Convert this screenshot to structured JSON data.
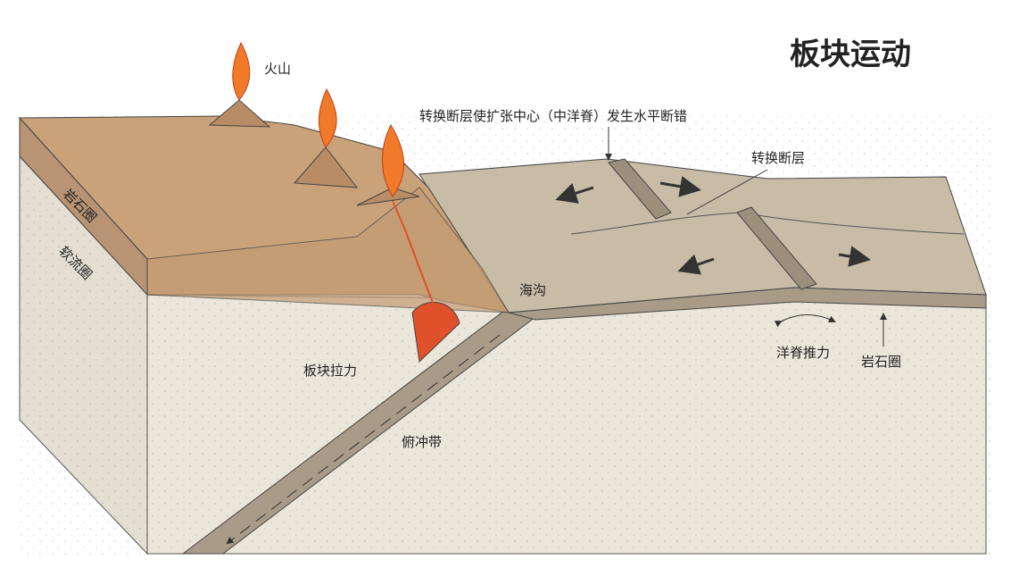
{
  "title": "板块运动",
  "labels": {
    "volcano": "火山",
    "transform_note": "转换断层使扩张中心（中洋脊）发生水平断错",
    "transform_fault": "转换断层",
    "lithosphere_left": "岩石圈",
    "asthenosphere": "软流圈",
    "trench": "海沟",
    "slab_pull": "板块拉力",
    "ridge_push": "洋脊推力",
    "lithosphere_right": "岩石圈",
    "subduction_zone": "俯冲带"
  },
  "colors": {
    "continent_top": "#c9a27a",
    "continent_side": "#b89474",
    "ocean_top": "#c8bca6",
    "mantle": "#ebe6da",
    "magma": "#e0502a",
    "lava": "#f07a2a"
  }
}
